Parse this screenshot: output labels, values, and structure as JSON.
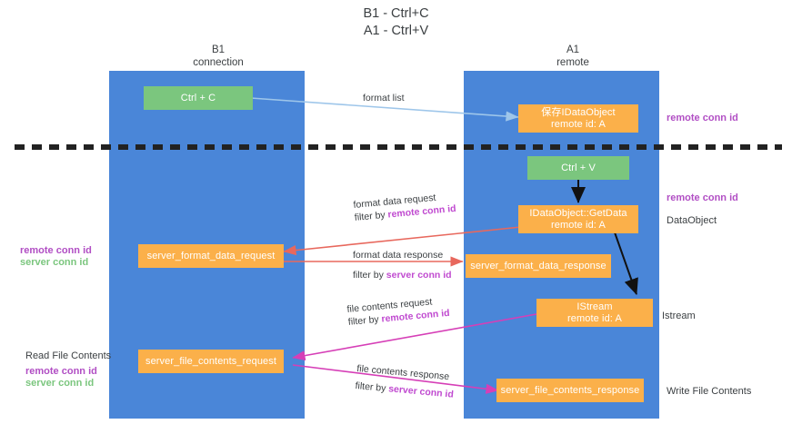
{
  "title": {
    "line1": "B1 - Ctrl+C",
    "line2": "A1 - Ctrl+V"
  },
  "columns": [
    {
      "name": "B1",
      "role": "connection"
    },
    {
      "name": "A1",
      "role": "remote"
    }
  ],
  "boxes": {
    "ctrl_c": {
      "line1": "Ctrl + C",
      "line2": "",
      "color": "#7bc67e"
    },
    "ctrl_v": {
      "line1": "Ctrl + V",
      "line2": "",
      "color": "#7bc67e"
    },
    "save_idataobject": {
      "line1": "保存IDataObject",
      "line2": "remote id: A",
      "color": "#fbb04a"
    },
    "getdata": {
      "line1": "IDataObject::GetData",
      "line2": "remote id: A",
      "color": "#fbb04a"
    },
    "istream": {
      "line1": "IStream",
      "line2": "remote id: A",
      "color": "#fbb04a"
    },
    "fmt_req": {
      "line1": "server_format_data_request",
      "line2": "",
      "color": "#fbb04a"
    },
    "fmt_resp": {
      "line1": "server_format_data_response",
      "line2": "",
      "color": "#fbb04a"
    },
    "file_req": {
      "line1": "server_file_contents_request",
      "line2": "",
      "color": "#fbb04a"
    },
    "file_resp": {
      "line1": "server_file_contents_response",
      "line2": "",
      "color": "#fbb04a"
    }
  },
  "arrow_labels": {
    "format_list": {
      "text": "format list"
    },
    "fmt_req_l1": {
      "text": "format data request"
    },
    "fmt_req_l2_pre": {
      "text": "filter by "
    },
    "fmt_req_l2_hl": {
      "text": "remote conn id"
    },
    "fmt_resp_l1": {
      "text": "format data response"
    },
    "fmt_resp_l2_pre": {
      "text": "filter by "
    },
    "fmt_resp_l2_hl": {
      "text": "server conn id"
    },
    "file_req_l1": {
      "text": "file contents request"
    },
    "file_req_l2_pre": {
      "text": "filter by "
    },
    "file_req_l2_hl": {
      "text": "remote conn id"
    },
    "file_resp_l1": {
      "text": "file contents response"
    },
    "file_resp_l2_pre": {
      "text": "filter by "
    },
    "file_resp_l2_hl": {
      "text": "server conn id"
    }
  },
  "side_notes": {
    "right_remote_conn_1": "remote conn id",
    "right_remote_conn_2": "remote conn id",
    "dataobject": "DataObject",
    "istream": "Istream",
    "write_file_contents": "Write File Contents",
    "left_read_file_contents": "Read File Contents",
    "left_remote_conn_mid": "remote conn id",
    "left_server_conn_mid": "server conn id",
    "left_remote_conn_bot": "remote conn id",
    "left_server_conn_bot": "server conn id"
  },
  "colors": {
    "lane": "#4a86d8",
    "green_box": "#7bc67e",
    "orange_box": "#fbb04a",
    "purple": "#b14ec4",
    "green_text": "#7bc67e",
    "divider": "#222222",
    "arrow_blue": "#9ec6ea",
    "arrow_red": "#e8685d",
    "arrow_magenta": "#d63fb7",
    "arrow_black": "#111111"
  }
}
